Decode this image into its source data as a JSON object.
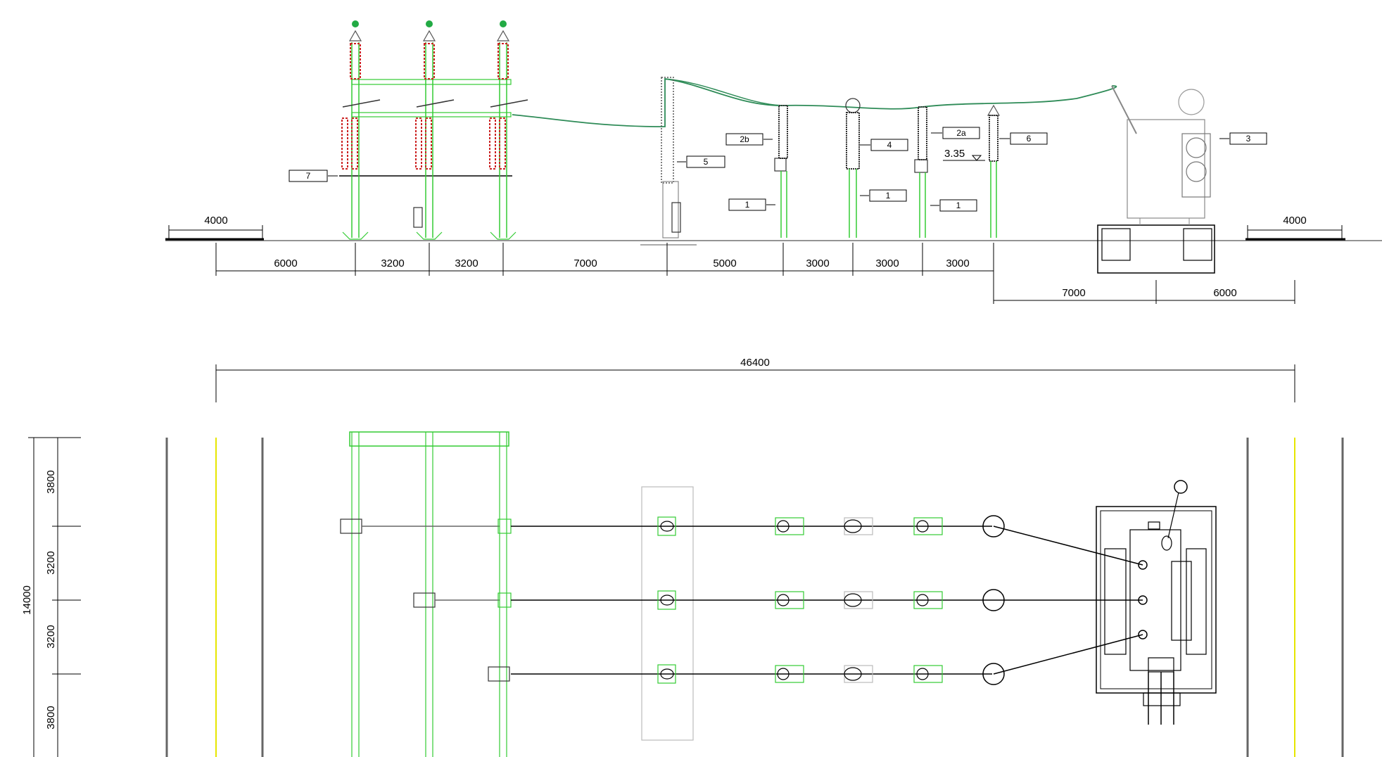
{
  "dimensions": {
    "elevation": {
      "left_clearance": "4000",
      "right_clearance": "4000",
      "chain": [
        "6000",
        "3200",
        "3200",
        "7000",
        "5000",
        "3000",
        "3000",
        "3000"
      ],
      "transformer_chain": [
        "7000",
        "6000"
      ],
      "level_mark": "3.35"
    },
    "plan": {
      "overall": "46400",
      "total_height": "14000",
      "vertical_chain": [
        "3800",
        "3200",
        "3200",
        "3800"
      ]
    }
  },
  "tags": [
    "7",
    "5",
    "2b",
    "4",
    "1",
    "1",
    "1",
    "2a",
    "6",
    "3"
  ],
  "colors": {
    "structure": "#33cc33",
    "conductor": "#2e8b57",
    "insulator": "#cc2222",
    "outline": "#000000",
    "road_edge": "#e6e600"
  }
}
